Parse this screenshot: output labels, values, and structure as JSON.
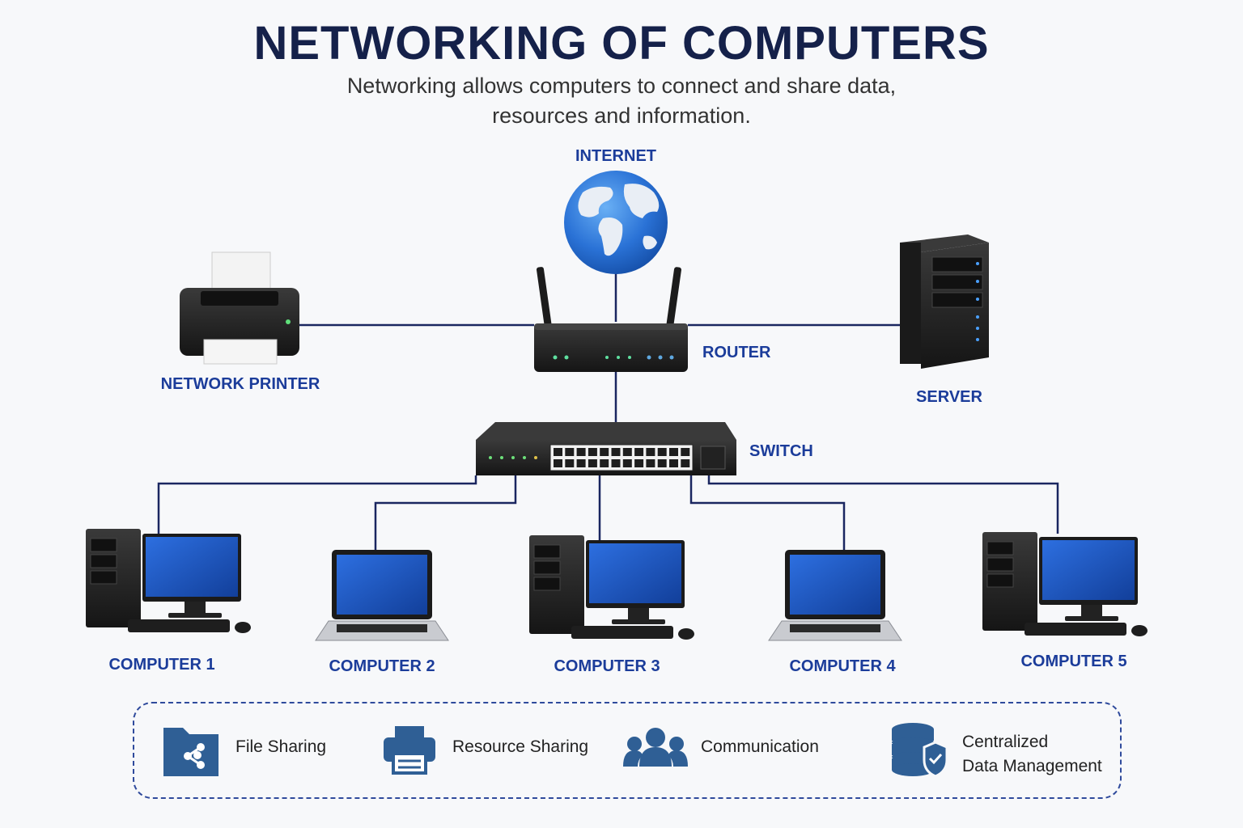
{
  "header": {
    "title": "NETWORKING OF COMPUTERS",
    "subtitle_line1": "Networking allows computers to connect and share data,",
    "subtitle_line2": "resources and information."
  },
  "nodes": {
    "internet": "INTERNET",
    "router": "ROUTER",
    "switch": "SWITCH",
    "printer": "NETWORK PRINTER",
    "server": "SERVER",
    "computer1": "COMPUTER 1",
    "computer2": "COMPUTER 2",
    "computer3": "COMPUTER 3",
    "computer4": "COMPUTER 4",
    "computer5": "COMPUTER 5"
  },
  "benefits": {
    "file_sharing": "File Sharing",
    "resource_sharing": "Resource Sharing",
    "communication": "Communication",
    "centralized_line1": "Centralized",
    "centralized_line2": "Data Management"
  },
  "icons": {
    "file_sharing": "folder-share-icon",
    "resource_sharing": "printer-icon",
    "communication": "users-group-icon",
    "centralized": "database-shield-icon"
  },
  "colors": {
    "title": "#15214a",
    "label": "#1b3c9a",
    "connection_line": "#1a2660",
    "screen_blue": "#1d4fb8",
    "icon_blue": "#2f5f95",
    "device_black": "#222222"
  }
}
